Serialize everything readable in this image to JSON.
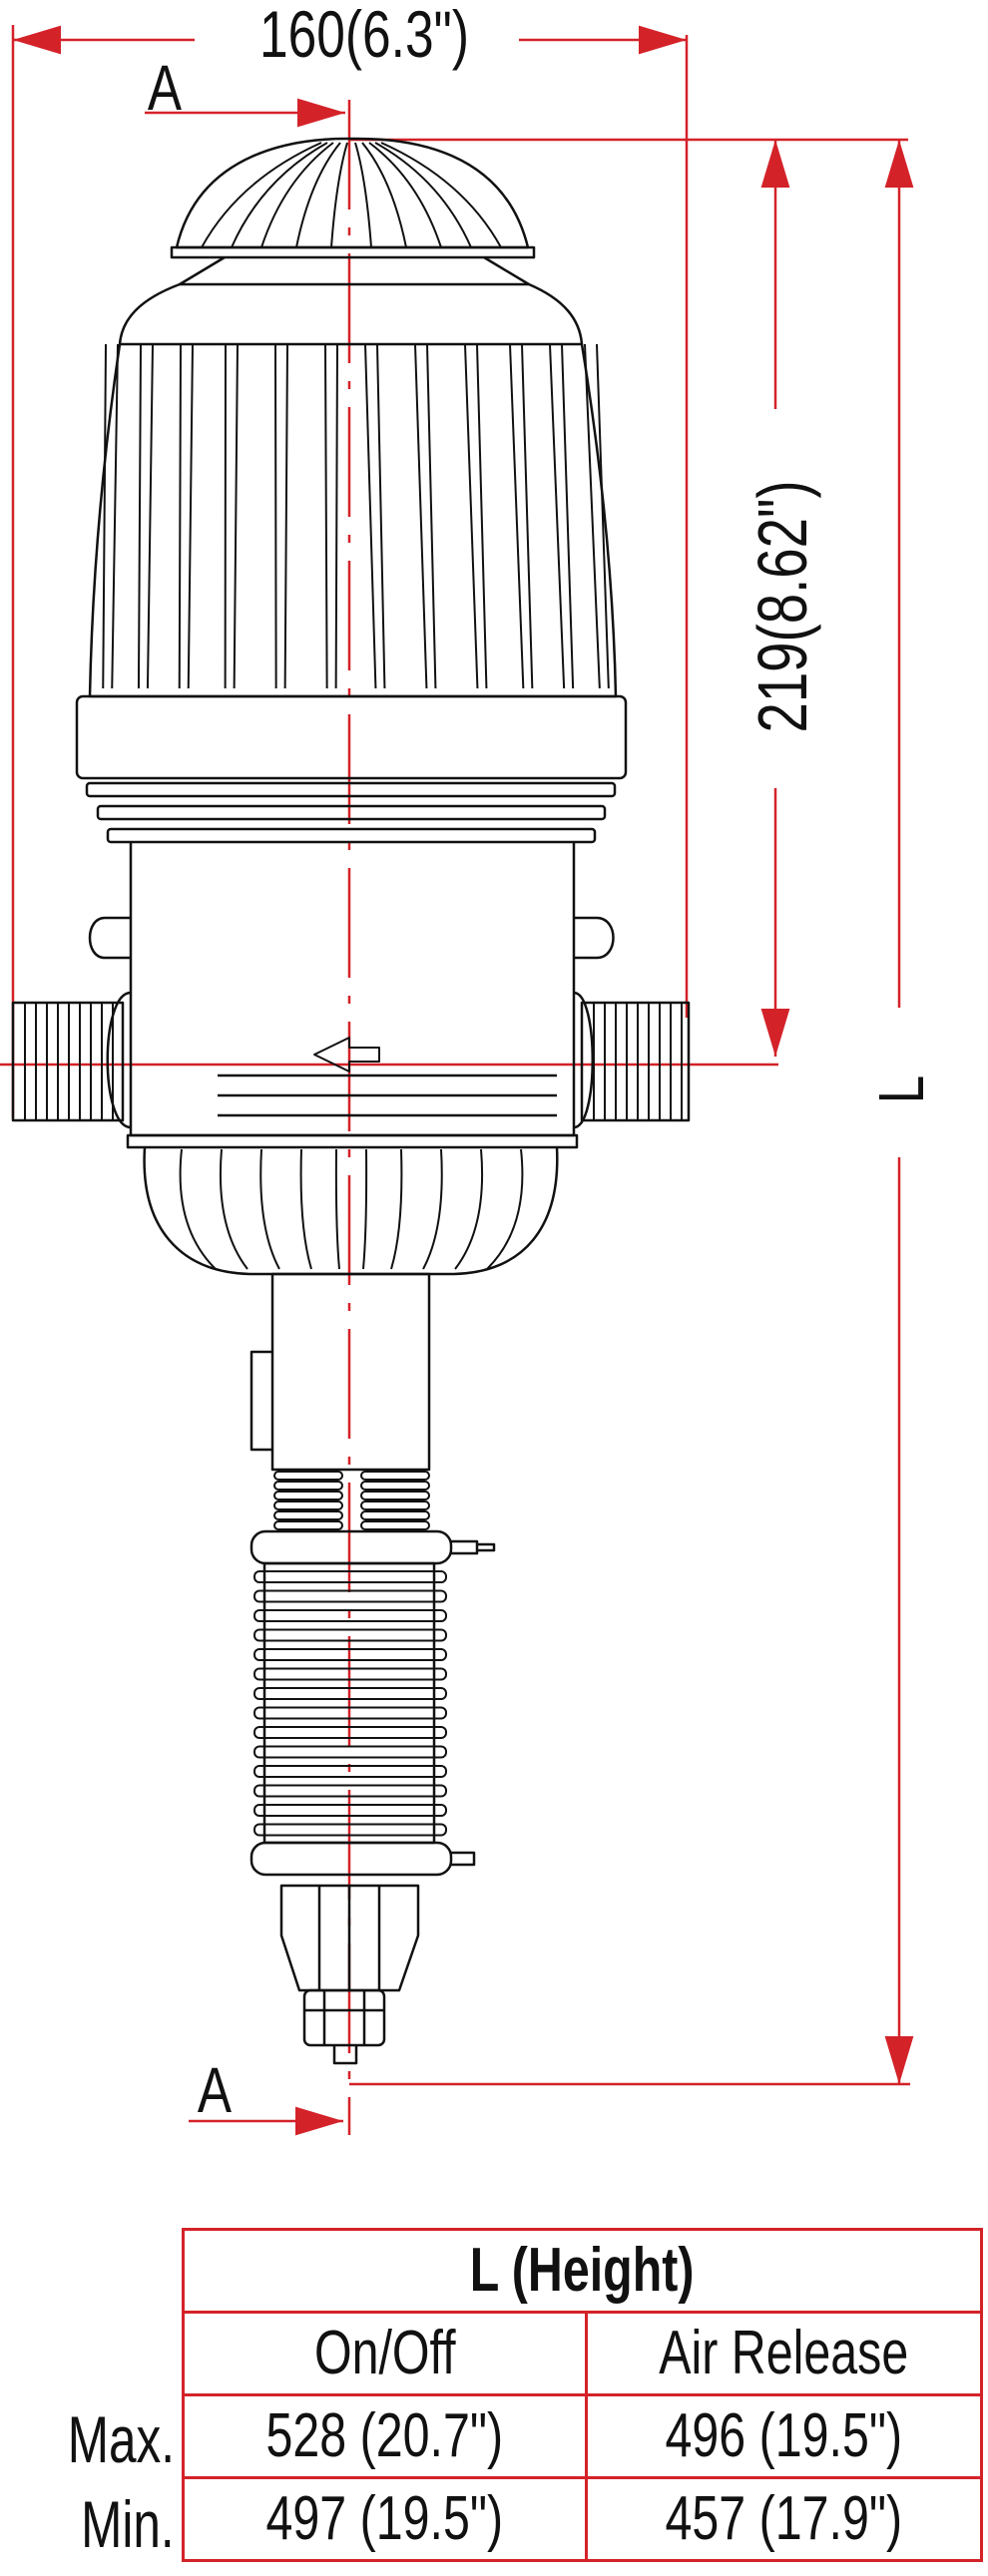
{
  "drawing": {
    "width_dimension": "160(6.3\")",
    "height_dimension": "219(8.62\")",
    "section_label_top": "A",
    "section_label_bottom": "A",
    "length_label": "L",
    "accent_color": "#d42229",
    "line_color": "#111111"
  },
  "table": {
    "title": "L (Height)",
    "columns": [
      "On/Off",
      "Air Release"
    ],
    "rows": [
      {
        "label": "Max.",
        "values": [
          "528 (20.7\")",
          "496 (19.5\")"
        ]
      },
      {
        "label": "Min.",
        "values": [
          "497 (19.5\")",
          "457 (17.9\")"
        ]
      }
    ]
  }
}
